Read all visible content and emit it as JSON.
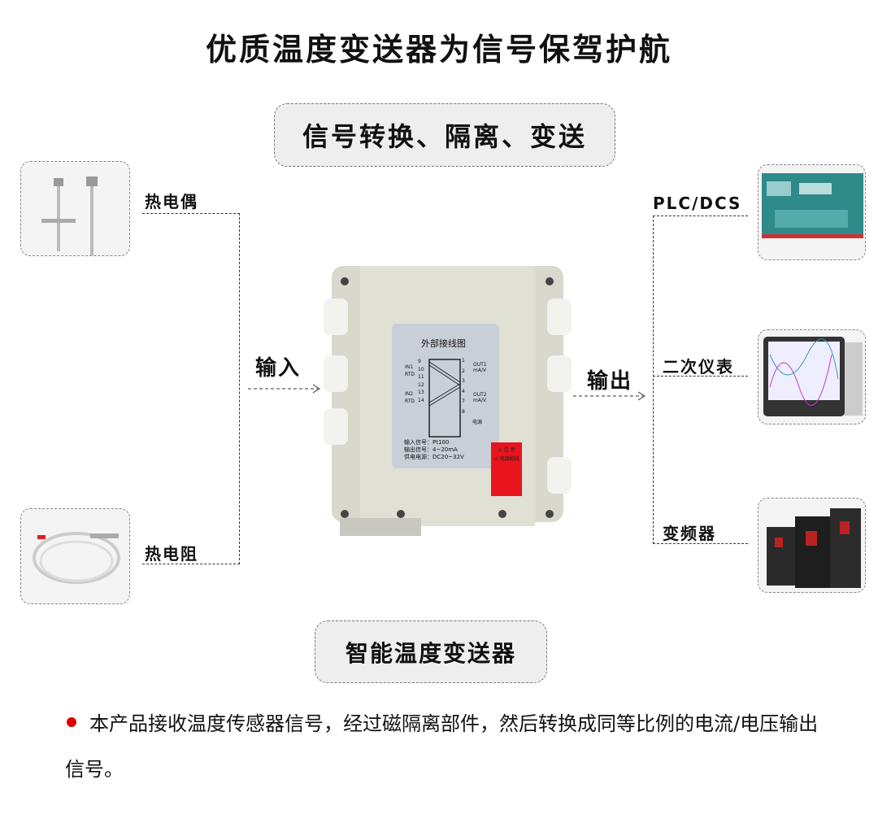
{
  "title": "优质温度变送器为信号保驾护航",
  "subtitle": "信号转换、隔离、变送",
  "inputs": [
    {
      "label": "热电偶",
      "image": "thermocouple-photo"
    },
    {
      "label": "热电阻",
      "image": "rtd-cable-photo"
    }
  ],
  "input_label": "输入",
  "output_label": "输出",
  "outputs": [
    {
      "label": "PLC/DCS",
      "image": "scada-screen-photo"
    },
    {
      "label": "二次仪表",
      "image": "paperless-recorder-photo"
    },
    {
      "label": "变频器",
      "image": "inverter-photo"
    }
  ],
  "device": {
    "panel_title": "外部接线图",
    "in1": "IN1",
    "in2": "IN2",
    "rtd": "RTD",
    "terminals_left": [
      "9",
      "10",
      "11",
      "12",
      "13",
      "14"
    ],
    "terminals_right": [
      "1",
      "2",
      "3",
      "4",
      "7",
      "8"
    ],
    "out1": "OUT1",
    "out2": "OUT2",
    "unit": "mA/V",
    "power": "电源",
    "specs": [
      "输入信号：Pt100",
      "输出信号：4~20mA",
      "供电电源：DC20~32V"
    ],
    "warning": [
      "⚠ 注 意",
      "⚠ 电源配线"
    ]
  },
  "product_name": "智能温度变送器",
  "description": "本产品接收温度传感器信号，经过磁隔离部件，然后转换成同等比例的电流/电压输出信号。",
  "colors": {
    "bullet": "#dd0000",
    "device_body": "#d8d8cc",
    "warning": "#e8141e"
  }
}
